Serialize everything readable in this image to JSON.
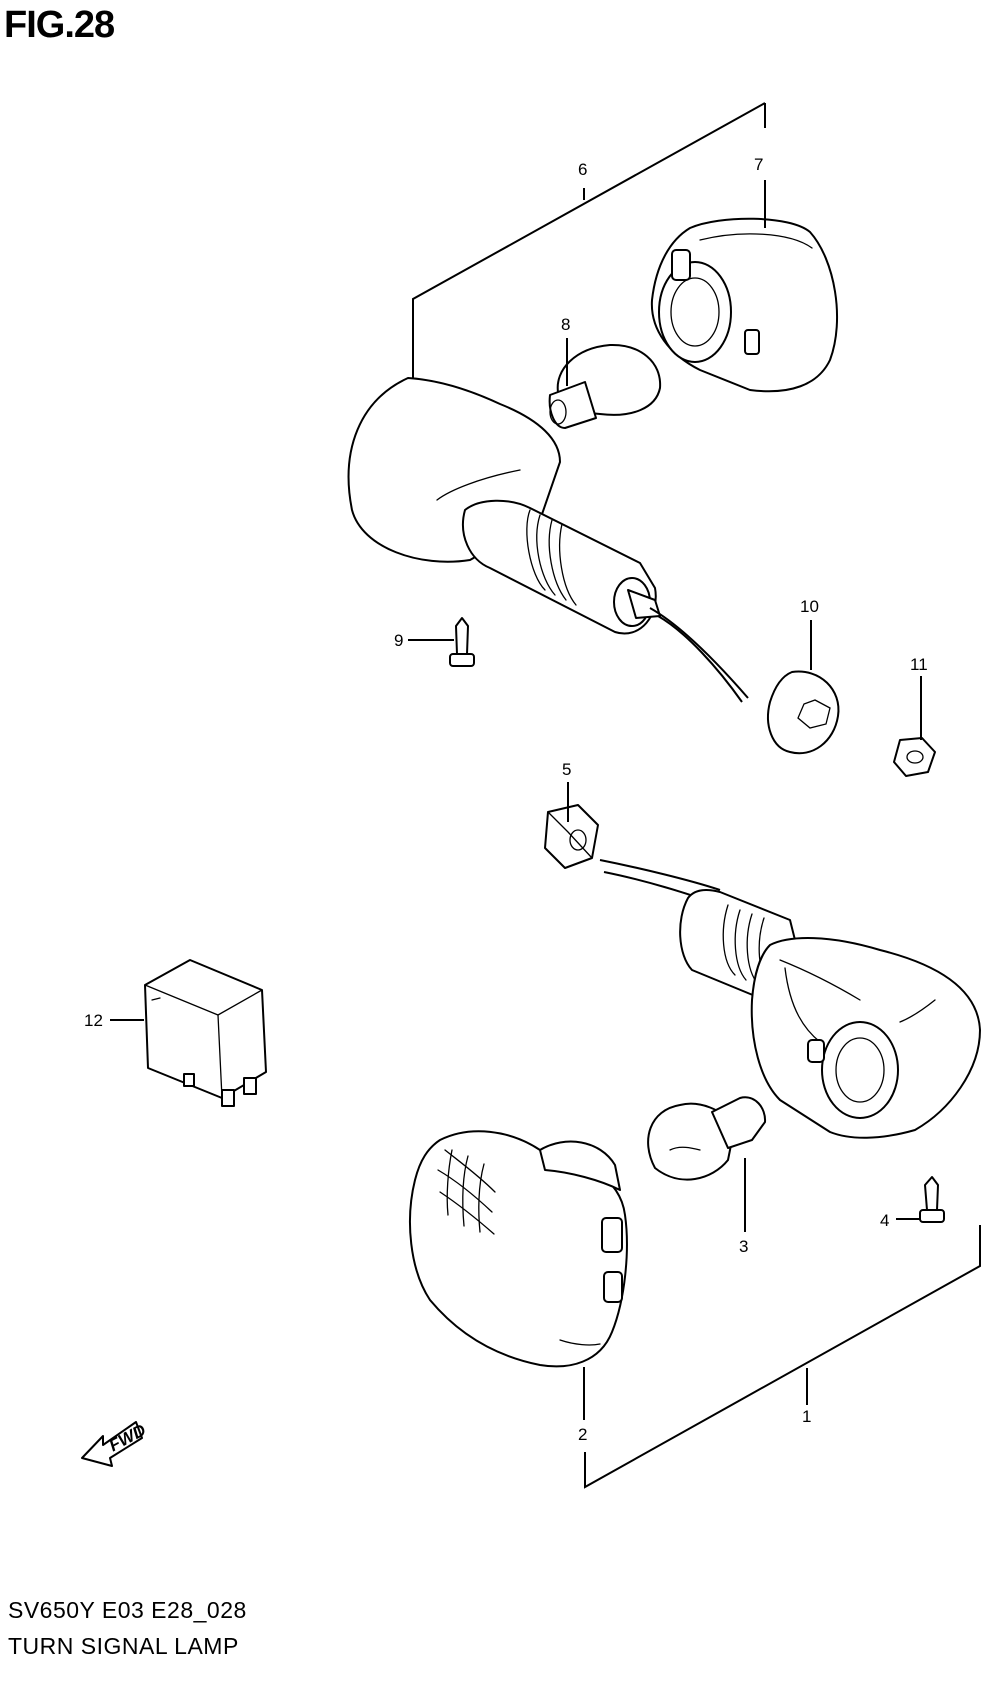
{
  "figure": {
    "title": "FIG.28",
    "model_code": "SV650Y E03 E28_028",
    "name": "TURN SIGNAL LAMP"
  },
  "fwd_marker": "FWD",
  "callouts": [
    {
      "id": "c1",
      "label": "1"
    },
    {
      "id": "c2",
      "label": "2"
    },
    {
      "id": "c3",
      "label": "3"
    },
    {
      "id": "c4",
      "label": "4"
    },
    {
      "id": "c5",
      "label": "5"
    },
    {
      "id": "c6",
      "label": "6"
    },
    {
      "id": "c7",
      "label": "7"
    },
    {
      "id": "c8",
      "label": "8"
    },
    {
      "id": "c9",
      "label": "9"
    },
    {
      "id": "c10",
      "label": "10"
    },
    {
      "id": "c11",
      "label": "11"
    },
    {
      "id": "c12",
      "label": "12"
    }
  ]
}
